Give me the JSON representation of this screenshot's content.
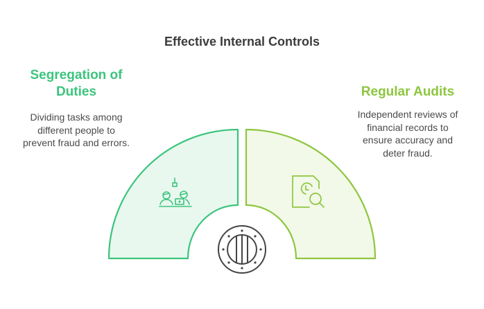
{
  "title": "Effective Internal Controls",
  "left": {
    "heading_line1": "Segregation of",
    "heading_line2": "Duties",
    "desc_line1": "Dividing tasks among",
    "desc_line2": "different people to",
    "desc_line3": "prevent fraud and errors.",
    "icon": "people-at-desk-icon",
    "color": "#3cc47c",
    "fill": "#e8f8ef"
  },
  "right": {
    "heading": "Regular Audits",
    "desc_line1": "Independent reviews of",
    "desc_line2": "financial records to",
    "desc_line3": "ensure accuracy and",
    "desc_line4": "deter fraud.",
    "icon": "document-clock-search-icon",
    "color": "#8dc63f",
    "fill": "#f2f9e8"
  },
  "center": {
    "icon": "vault-hatch-icon",
    "color": "#444444"
  }
}
